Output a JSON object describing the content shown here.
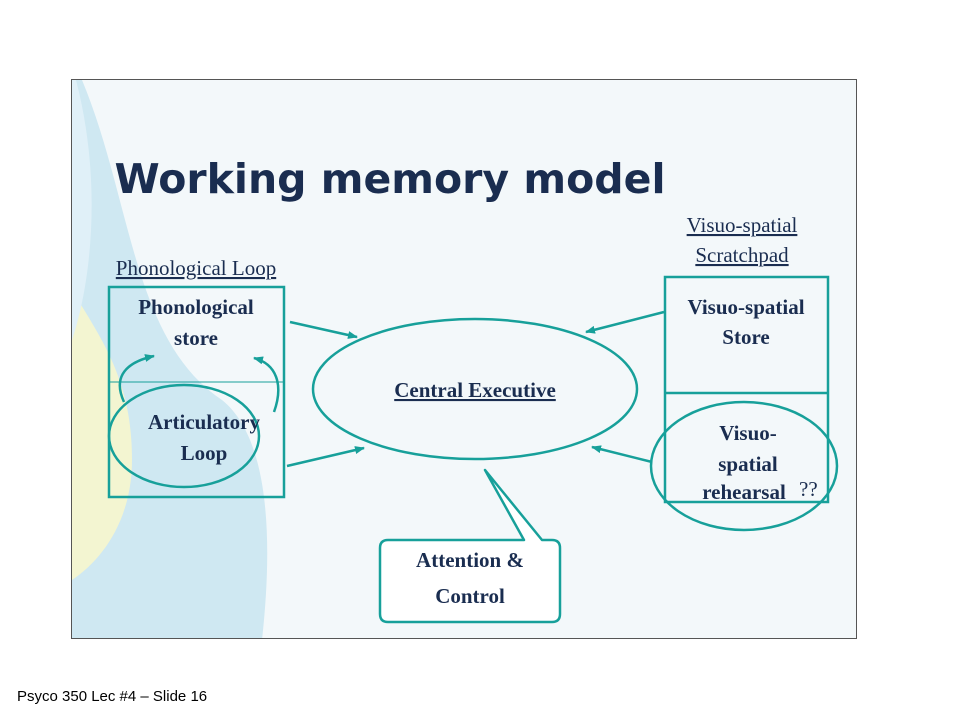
{
  "slide": {
    "title": "Working memory model",
    "footer": "Psyco 350 Lec #4 – Slide 16"
  },
  "diagram": {
    "phonological_loop": {
      "heading": "Phonological Loop",
      "store_line1": "Phonological",
      "store_line2": "store",
      "loop_line1": "Articulatory",
      "loop_line2": "Loop"
    },
    "central_executive": {
      "label": "Central Executive"
    },
    "visuo_spatial": {
      "heading_line1": "Visuo-spatial",
      "heading_line2": "Scratchpad",
      "store_line1": "Visuo-spatial",
      "store_line2": "Store",
      "rehearsal_line1": "Visuo-",
      "rehearsal_line2": "spatial",
      "rehearsal_line3": "rehearsal",
      "rehearsal_mark": "??"
    },
    "attention": {
      "line1": "Attention &",
      "line2": "Control"
    },
    "colors": {
      "teal": "#17a09a",
      "text": "#1a2d50",
      "background": "#f3f8fa"
    }
  }
}
